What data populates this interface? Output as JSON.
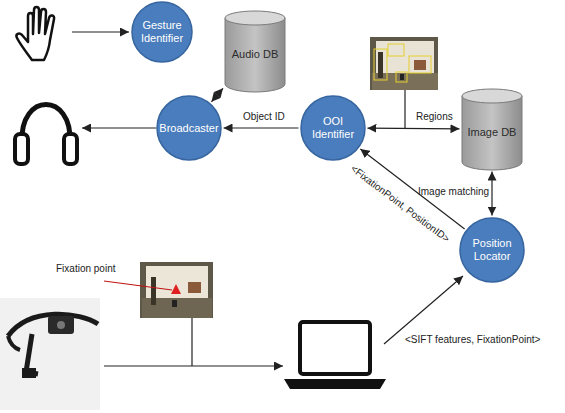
{
  "diagram": {
    "nodes": [
      {
        "text": [
          "Gesture Identifier"
        ]
      },
      {
        "text": [
          "Audio DB"
        ]
      },
      {
        "text": [
          "Broadcaster"
        ]
      },
      {
        "text": [
          "OOI Identifier"
        ]
      },
      {
        "text": [
          "Image DB"
        ]
      },
      {
        "text": [
          "Position Locator"
        ]
      }
    ],
    "edges": [
      {
        "from": 1,
        "to": 2,
        "arrow": "both"
      },
      {
        "from": 3,
        "to": 2,
        "label": "Object ID",
        "arrow": "to"
      },
      {
        "from": 3,
        "to": 4,
        "label": "Regions",
        "arrow": "both"
      },
      {
        "from": 4,
        "to": 5,
        "label": "Image matching",
        "arrow": "both"
      },
      {
        "from": 5,
        "to": 3,
        "label": "<FixationPoint, PositionID>",
        "arrow": "to"
      }
    ],
    "labels": [
      "Fixation point",
      "<SIFT features, FixationPoint>"
    ]
  }
}
